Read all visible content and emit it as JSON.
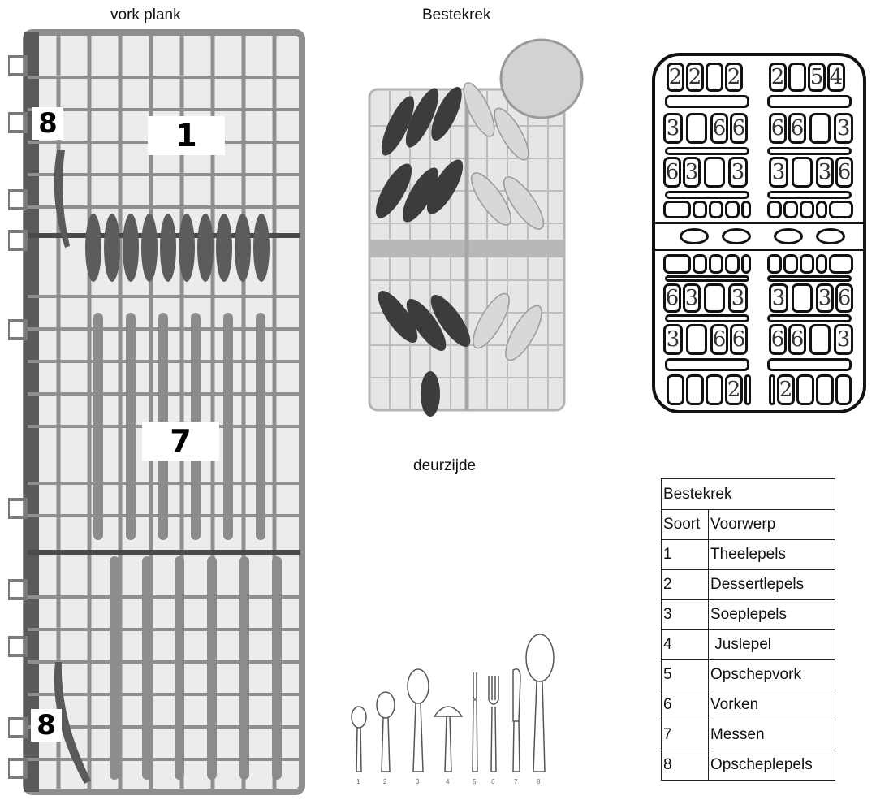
{
  "titles": {
    "fork_shelf": "vork plank",
    "cutlery_basket": "Bestekrek",
    "door_side": "deurzijde"
  },
  "rack_labels": {
    "label_top_left": "8",
    "label_top_center": "1",
    "label_middle": "7",
    "label_bottom_left": "8"
  },
  "tray": {
    "row1": [
      "2",
      "2",
      "2",
      "2",
      "5",
      "4"
    ],
    "row2": [
      "3",
      "6",
      "6",
      "6",
      "6",
      "3"
    ],
    "row3": [
      "6",
      "3",
      "3",
      "3",
      "3",
      "6"
    ],
    "row5": [
      "6",
      "3",
      "3",
      "3",
      "3",
      "6"
    ],
    "row6": [
      "3",
      "6",
      "6",
      "6",
      "6",
      "3"
    ],
    "row7": [
      "2",
      "2"
    ]
  },
  "legend": {
    "title": "Bestekrek",
    "header": [
      "Soort",
      "Voorwerp"
    ],
    "rows": [
      [
        "1",
        "Theelepels"
      ],
      [
        "2",
        "Dessertlepels"
      ],
      [
        "3",
        "Soeplepels"
      ],
      [
        "4",
        " Juslepel"
      ],
      [
        "5",
        "Opschepvork"
      ],
      [
        "6",
        "Vorken"
      ],
      [
        "7",
        "Messen"
      ],
      [
        "8",
        "Opscheplepels"
      ]
    ]
  },
  "utensil_numbers": [
    "1",
    "2",
    "3",
    "4",
    "5",
    "6",
    "7",
    "8"
  ],
  "colors": {
    "rack_wire": "#9a9a9a",
    "rack_dark": "#4a4a4a",
    "cutlery_dark": "#3c3c3c",
    "cutlery_light": "#d8d8d8"
  }
}
